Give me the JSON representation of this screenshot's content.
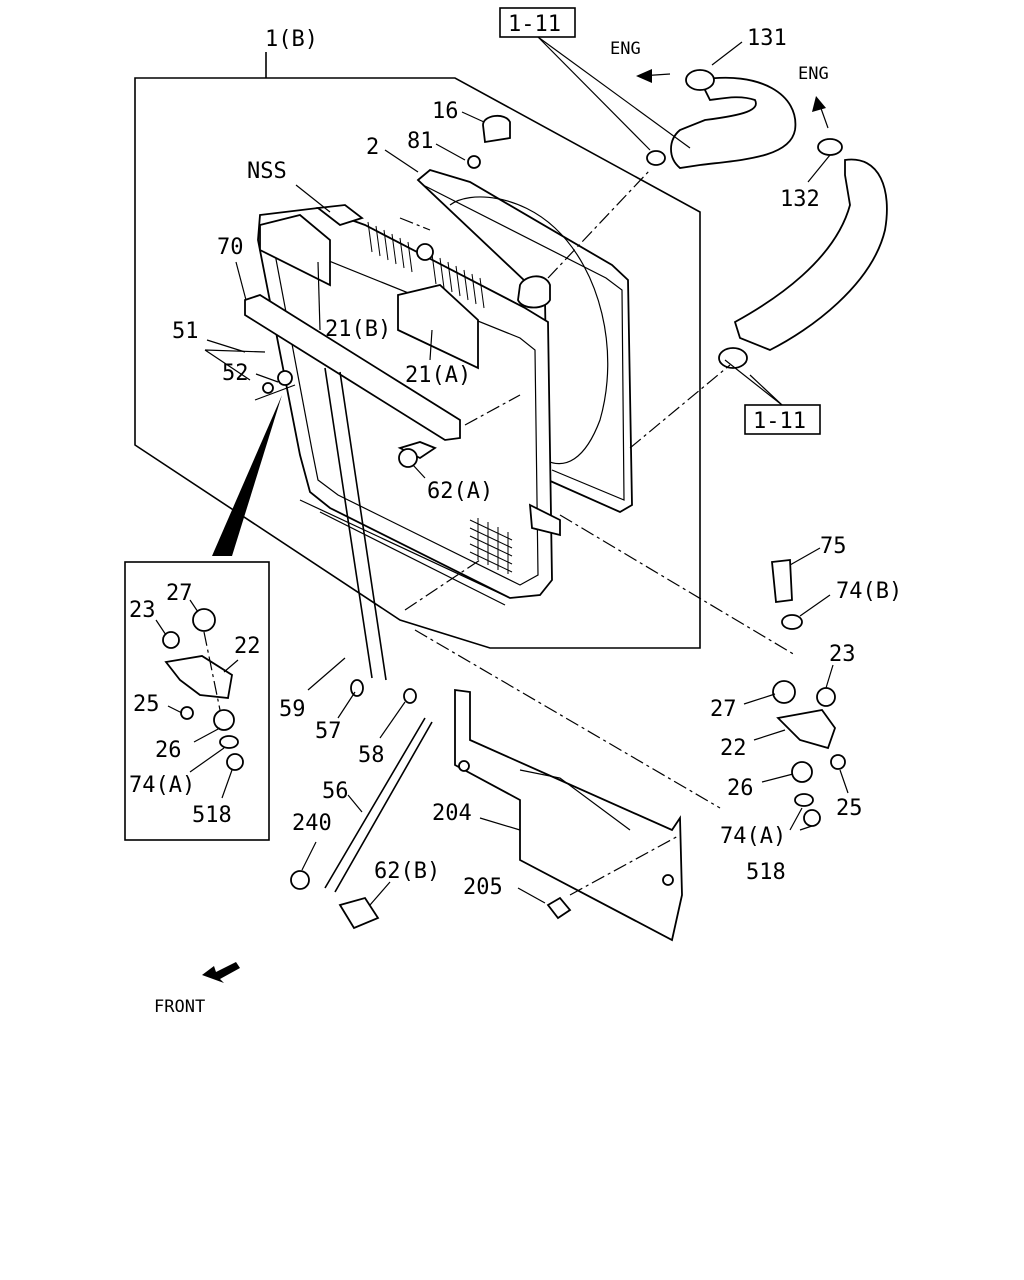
{
  "diagram": {
    "refs": [
      "1-11",
      "1-11"
    ],
    "direction_labels": [
      "ENG",
      "ENG",
      "FRONT"
    ],
    "callouts": [
      "1(B)",
      "16",
      "81",
      "2",
      "NSS",
      "70",
      "21(B)",
      "21(A)",
      "51",
      "52",
      "62(A)",
      "131",
      "132",
      "75",
      "74(B)",
      "23",
      "27",
      "22",
      "26",
      "25",
      "74(A)",
      "518",
      "59",
      "57",
      "58",
      "56",
      "240",
      "62(B)",
      "204",
      "205"
    ],
    "inset_callouts": [
      "27",
      "23",
      "22",
      "25",
      "26",
      "74(A)",
      "518"
    ]
  }
}
